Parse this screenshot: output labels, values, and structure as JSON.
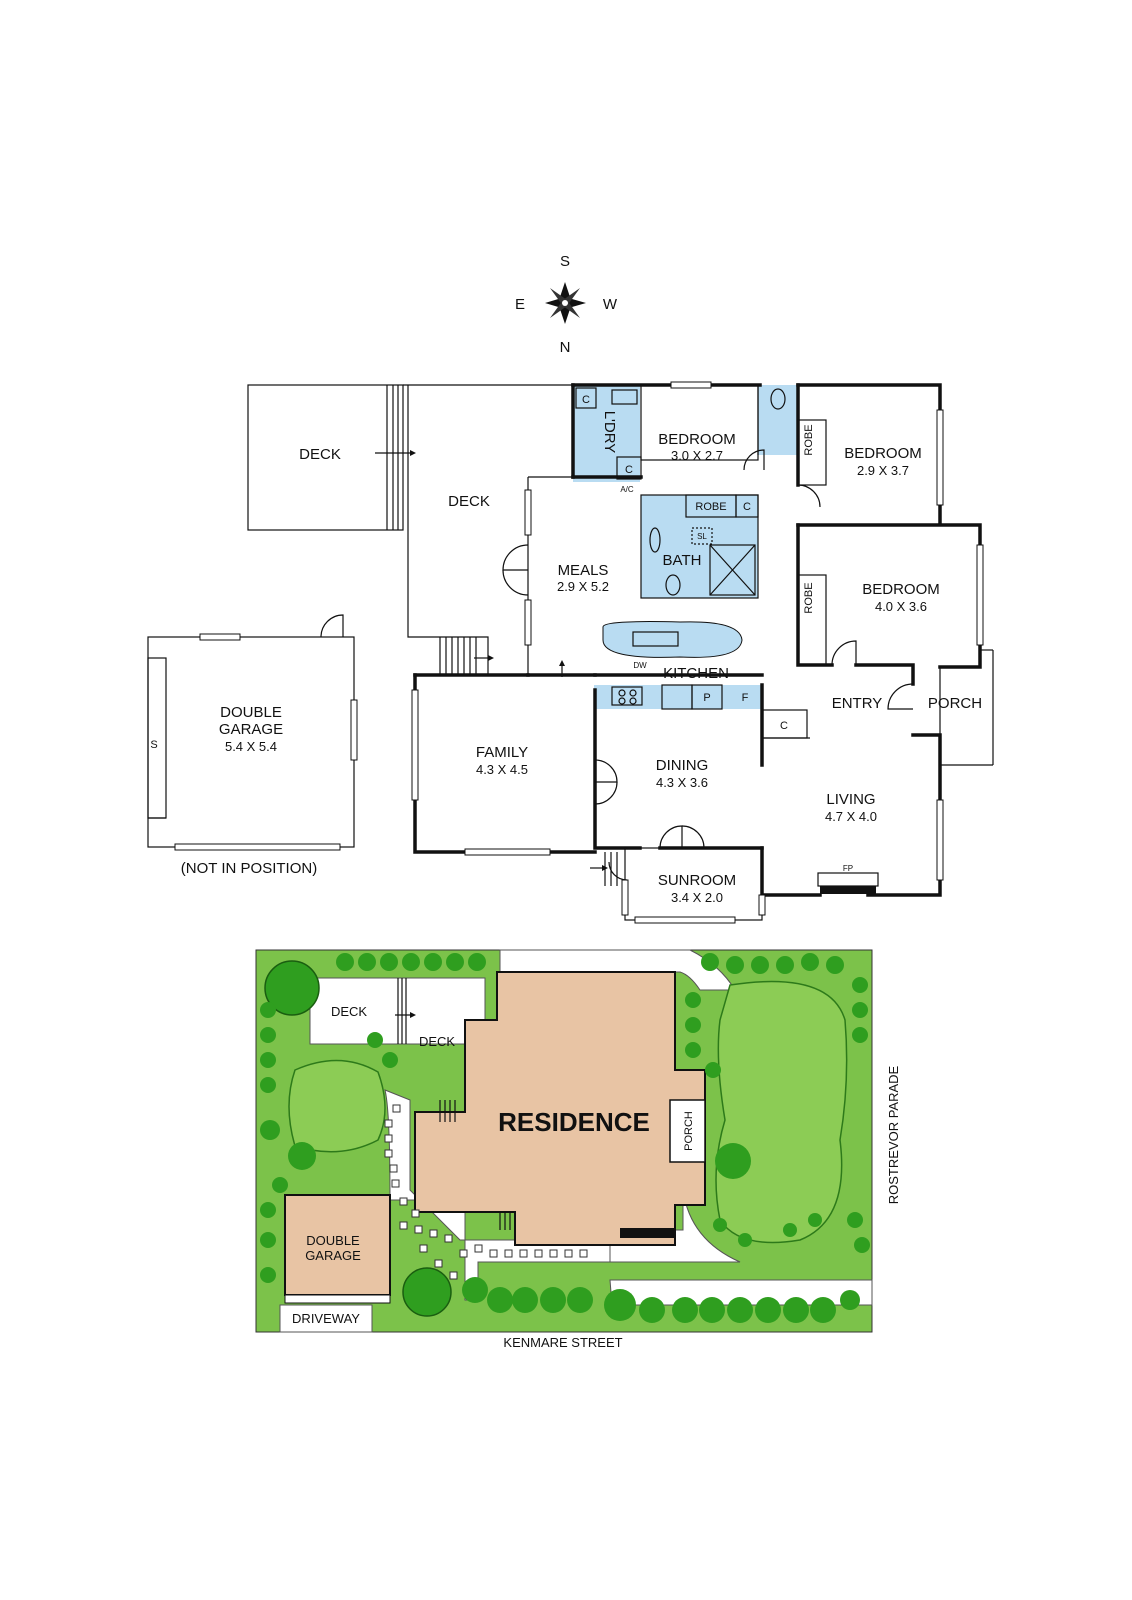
{
  "compass": {
    "s": "S",
    "e": "E",
    "w": "W",
    "n": "N"
  },
  "floor_plan": {
    "deck_left": "DECK",
    "deck_main": "DECK",
    "laundry": "L'DRY",
    "cupboard": "C",
    "bedroom1": {
      "name": "BEDROOM",
      "dim": "3.0 X 2.7"
    },
    "bedroom2": {
      "name": "BEDROOM",
      "dim": "2.9 X 3.7"
    },
    "bedroom3": {
      "name": "BEDROOM",
      "dim": "4.0 X 3.6"
    },
    "robe": "ROBE",
    "ac": "A/C",
    "sl": "SL",
    "bath": "BATH",
    "meals": {
      "name": "MEALS",
      "dim": "2.9 X 5.2"
    },
    "dw": "DW",
    "kitchen": "KITCHEN",
    "pantry": "P",
    "fridge": "F",
    "entry": "ENTRY",
    "porch": "PORCH",
    "family": {
      "name": "FAMILY",
      "dim": "4.3 X 4.5"
    },
    "dining": {
      "name": "DINING",
      "dim": "4.3 X 3.6"
    },
    "living": {
      "name": "LIVING",
      "dim": "4.7 X 4.0"
    },
    "fp": "FP",
    "sunroom": {
      "name": "SUNROOM",
      "dim": "3.4 X 2.0"
    },
    "garage": {
      "line1": "DOUBLE",
      "line2": "GARAGE",
      "dim": "5.4 X 5.4"
    },
    "garage_storage": "S",
    "not_in_position": "(NOT IN POSITION)"
  },
  "site_plan": {
    "deck_left": "DECK",
    "deck_main": "DECK",
    "residence": "RESIDENCE",
    "porch": "PORCH",
    "garage_line1": "DOUBLE",
    "garage_line2": "GARAGE",
    "driveway": "DRIVEWAY",
    "street_bottom": "KENMARE STREET",
    "street_right": "ROSTREVOR PARADE"
  },
  "colors": {
    "wet_area": "#b9dcf2",
    "lawn": "#7cc24a",
    "shrub": "#43b02a",
    "residence": "#e8c4a4",
    "garage": "#e8c4a4"
  }
}
